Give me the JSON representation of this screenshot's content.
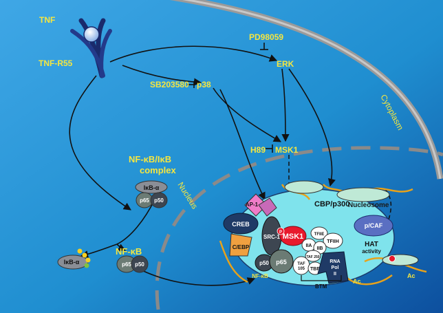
{
  "labels": {
    "tnf": "TNF",
    "tnf_r55": "TNF-R55",
    "pd98059": "PD98059",
    "erk": "ERK",
    "sb203580": "SB203580",
    "p38": "p38",
    "cytoplasm": "Cytoplasm",
    "h89": "H89",
    "msk1_label": "MSK1",
    "nfkb_ikb_line1": "NF-κB/IκB",
    "nfkb_ikb_line2": "complex",
    "ikba": "IκB-α",
    "p65": "p65",
    "p50": "p50",
    "nucleus": "Nucleus",
    "ikba_free": "IκB-α",
    "nfkb_free": "NF-κB",
    "p65_free": "p65",
    "p50_free": "p50",
    "ap1": "AP-1",
    "creb": "CREB",
    "cebp": "C/EBP",
    "src1": "SRC-1",
    "msk1_complex": "MSK1",
    "cbp_p300": "CBP/p300",
    "nucleosome": "Nucleosome",
    "pcaf": "p/CAF",
    "hat_line1": "HAT",
    "hat_line2": "activity",
    "tfiie": "TFIIE",
    "tfiih": "TFIIH",
    "iia": "IIA",
    "iib": "IIB",
    "taf250": "TAF 250",
    "taf105_line1": "TAF",
    "taf105_line2": "105",
    "tbp": "TBP",
    "rna_pol_line1": "RNA",
    "rna_pol_line2": "Pol",
    "rna_pol_line3": "II",
    "p65_nuc": "p65",
    "p50_nuc": "p50",
    "nfkb_nuc": "NF-κB",
    "btm": "BTM",
    "ac1": "Ac",
    "ac2": "Ac",
    "phospho": "P"
  },
  "colors": {
    "background": "#1f8ed0",
    "membrane": "#a9a9a9",
    "label_yellow": "#f5e640",
    "arrow": "#111111",
    "nuclear_complex": "#7fe3ec",
    "msk1": "#e8192c",
    "dna": "#e8a21a"
  }
}
